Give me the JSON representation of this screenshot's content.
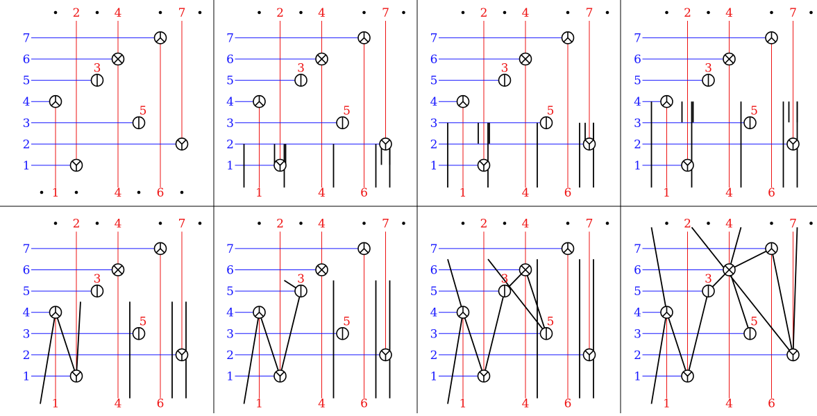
{
  "title": "",
  "colors": {
    "row_line": "#1414ff",
    "col_line": "#ee1111",
    "node": "#000000",
    "dot": "#000000",
    "path": "#000000",
    "divider": "#000000",
    "background": "#ffffff"
  },
  "row_labels": [
    "1",
    "2",
    "3",
    "4",
    "5",
    "6",
    "7"
  ],
  "top_labels": [
    "2",
    "4",
    "7"
  ],
  "bottom_labels": [
    "1",
    "4",
    "6"
  ],
  "node_labels": [
    {
      "text": "3"
    },
    {
      "text": "5"
    }
  ],
  "nodes": [
    {
      "row": 1,
      "col": "c2",
      "glyph": "Y"
    },
    {
      "row": 2,
      "col": "c7",
      "glyph": "Y"
    },
    {
      "row": 3,
      "col": "c5",
      "glyph": "I"
    },
    {
      "row": 4,
      "col": "c1",
      "glyph": "peace"
    },
    {
      "row": 5,
      "col": "c3",
      "glyph": "I"
    },
    {
      "row": 6,
      "col": "c4",
      "glyph": "X"
    },
    {
      "row": 7,
      "col": "c6",
      "glyph": "peace"
    }
  ],
  "panels": [
    {
      "stubs": [],
      "path": []
    },
    {
      "stubs": [
        [
          "a",
          2
        ],
        [
          "b",
          2
        ],
        [
          "c",
          2
        ],
        [
          "d",
          2
        ],
        [
          "e",
          2
        ]
      ],
      "path": []
    },
    {
      "stubs": [
        [
          "a",
          3
        ],
        [
          "b",
          3
        ],
        [
          "c",
          3
        ],
        [
          "d",
          3
        ],
        [
          "e",
          3
        ]
      ],
      "path": []
    },
    {
      "stubs": [
        [
          "a",
          4
        ],
        [
          "b",
          4
        ],
        [
          "c",
          4
        ],
        [
          "d",
          4
        ],
        [
          "e",
          4
        ]
      ],
      "path": []
    },
    {
      "stubs": [
        [
          "c",
          4.5
        ],
        [
          "d",
          4.5
        ],
        [
          "e",
          4.5
        ]
      ],
      "path": [
        [
          "a",
          0
        ],
        [
          "c1",
          4
        ],
        [
          "c2",
          1
        ],
        [
          "b",
          4.5
        ]
      ]
    },
    {
      "stubs": [
        [
          "c",
          5.5
        ],
        [
          "d",
          5.5
        ],
        [
          "e",
          5.5
        ]
      ],
      "path": [
        [
          "a",
          0
        ],
        [
          "c1",
          4
        ],
        [
          "c2",
          1
        ],
        [
          "c3",
          5
        ],
        [
          "b",
          5.5
        ]
      ]
    },
    {
      "stubs": [
        [
          "c",
          6.5
        ],
        [
          "d",
          6.5
        ],
        [
          "e",
          6.5
        ]
      ],
      "path": [
        [
          "a",
          0
        ],
        [
          "c1",
          4
        ],
        [
          "c2",
          1
        ],
        [
          "c3",
          5
        ],
        [
          "c4",
          6
        ],
        [
          "c5",
          3
        ],
        [
          "b",
          6.5
        ]
      ],
      "extra": [
        [
          "c1",
          4
        ],
        [
          "a",
          6.5
        ]
      ]
    },
    {
      "stubs": [],
      "path": [
        [
          "a",
          0
        ],
        [
          "c1",
          4
        ],
        [
          "c2",
          1
        ],
        [
          "c3",
          5
        ],
        [
          "c4",
          6
        ],
        [
          "c5",
          3
        ],
        [
          "c4",
          6
        ],
        [
          "c6",
          7
        ],
        [
          "c7",
          2
        ],
        [
          "b",
          8
        ]
      ],
      "extra": [
        [
          "c1",
          4
        ],
        [
          "a",
          8
        ]
      ],
      "extra2": [
        [
          "c4",
          6
        ],
        [
          "c",
          8
        ]
      ],
      "extra3": [
        [
          "c7",
          2
        ],
        [
          "e",
          8
        ]
      ]
    }
  ]
}
